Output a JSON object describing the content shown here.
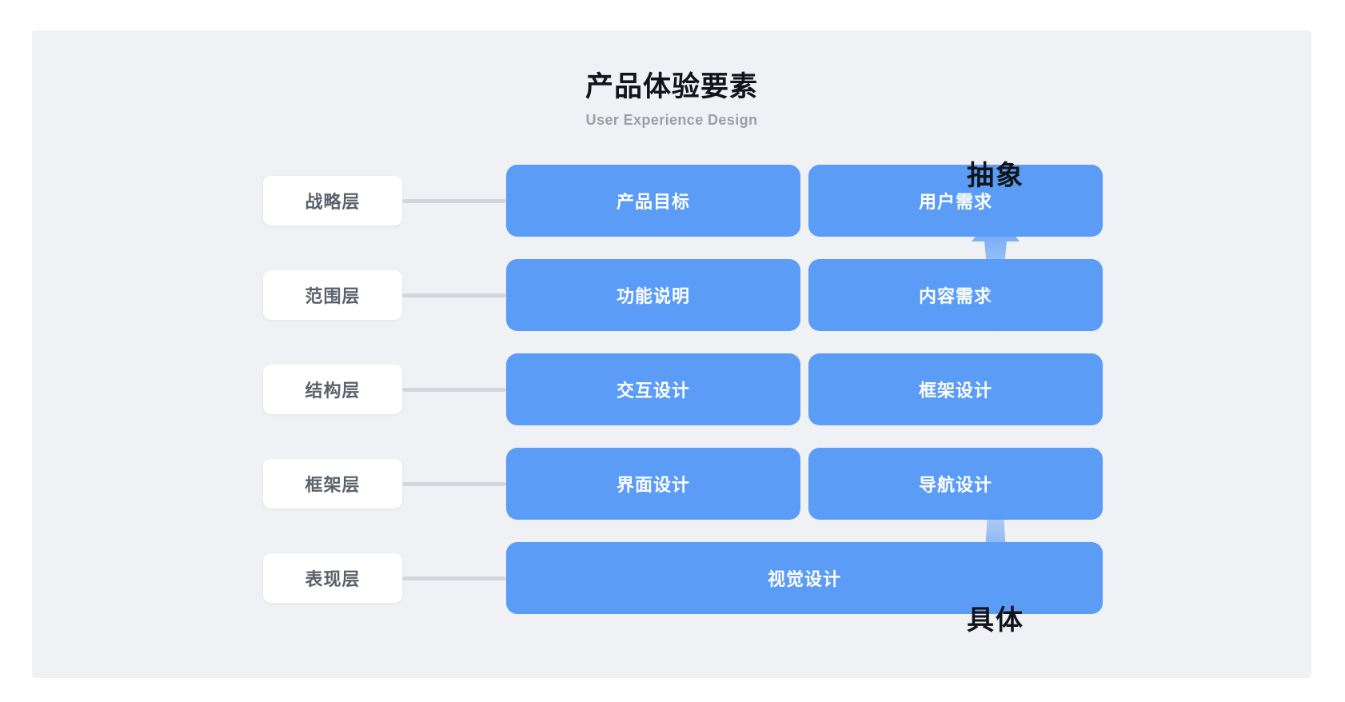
{
  "header": {
    "title": "产品体验要素",
    "subtitle": "User Experience Design"
  },
  "colors": {
    "page_background": "#ffffff",
    "panel_background": "#eff1f4",
    "card_blue": "#5a9cf6",
    "label_chip": "#ffffff",
    "label_text": "#5b616b",
    "connector": "#d2d5da",
    "title_text": "#111418",
    "subtitle_text": "#9aa0a8",
    "arrow_blue": "#5a9cf6"
  },
  "layers": [
    {
      "label": "战略层",
      "cards": [
        "产品目标",
        "用户需求"
      ]
    },
    {
      "label": "范围层",
      "cards": [
        "功能说明",
        "内容需求"
      ]
    },
    {
      "label": "结构层",
      "cards": [
        "交互设计",
        "框架设计"
      ]
    },
    {
      "label": "框架层",
      "cards": [
        "界面设计",
        "导航设计"
      ]
    },
    {
      "label": "表现层",
      "cards": [
        "视觉设计"
      ]
    }
  ],
  "axis": {
    "top_label": "抽象",
    "bottom_label": "具体",
    "up_arrow_icon": "arrow-up-icon",
    "down_arrow_icon": "arrow-down-icon"
  }
}
